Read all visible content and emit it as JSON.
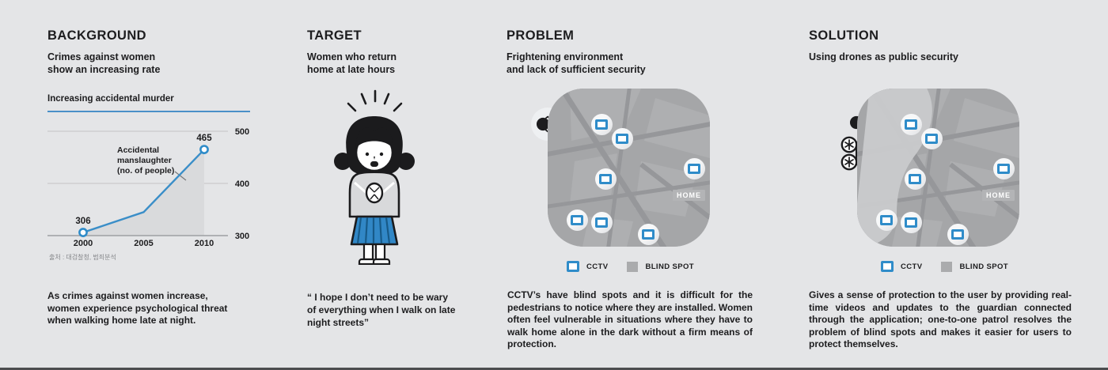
{
  "page": {
    "background_color": "#e4e5e7",
    "accent_blue": "#2f8cc9",
    "footer_bar_color": "#4c4d4f"
  },
  "sections": {
    "background": {
      "title": "BACKGROUND",
      "subtitle": "Crimes against women\nshow an increasing rate",
      "description": "As crimes against women increase, women experience psychological threat when walking home late at night."
    },
    "target": {
      "title": "TARGET",
      "subtitle": "Women who return\nhome at late hours",
      "quote": "“ I hope I don’t need to be wary\nof everything when I walk on late\nnight streets”"
    },
    "problem": {
      "title": "PROBLEM",
      "subtitle": "Frightening environment\nand lack of sufficient security",
      "description": "CCTV’s have blind spots and it is difficult for the pedestrians to notice where they are installed. Women often feel vulnerable in situations where they have to walk home alone in the dark without a firm means of protection."
    },
    "solution": {
      "title": "SOLUTION",
      "subtitle": "Using drones as public security",
      "description": "Gives a sense of protection to the user by providing real-time videos and updates to the guardian connected through the application; one-to-one patrol resolves the problem of blind spots and makes it easier for users to protect themselves."
    }
  },
  "chart_data": {
    "type": "line",
    "title": "Increasing accidental murder",
    "x": [
      2000,
      2005,
      2010
    ],
    "values": [
      306,
      345,
      465
    ],
    "point_labels": [
      "306",
      "",
      "465"
    ],
    "marker_x": [
      2000,
      2010
    ],
    "annotation_lines": [
      "Accidental",
      "manslaughter",
      "(no. of people)"
    ],
    "source": "출처 : 대검찰청, 범죄분석",
    "xlabel": "",
    "ylabel": "",
    "ylim": [
      300,
      500
    ],
    "yticks": [
      300,
      400,
      500
    ],
    "grid": true,
    "legend_position": "none",
    "line_color": "#3a8ec8",
    "area_fill": "#d9dadc"
  },
  "map": {
    "home_label": "HOME",
    "cctv_positions": [
      [
        68,
        45
      ],
      [
        94,
        63
      ],
      [
        185,
        101
      ],
      [
        73,
        114
      ],
      [
        37,
        166
      ],
      [
        68,
        169
      ],
      [
        127,
        184
      ]
    ]
  },
  "legend": {
    "cctv": "CCTV",
    "blind_spot": "BLIND SPOT"
  }
}
